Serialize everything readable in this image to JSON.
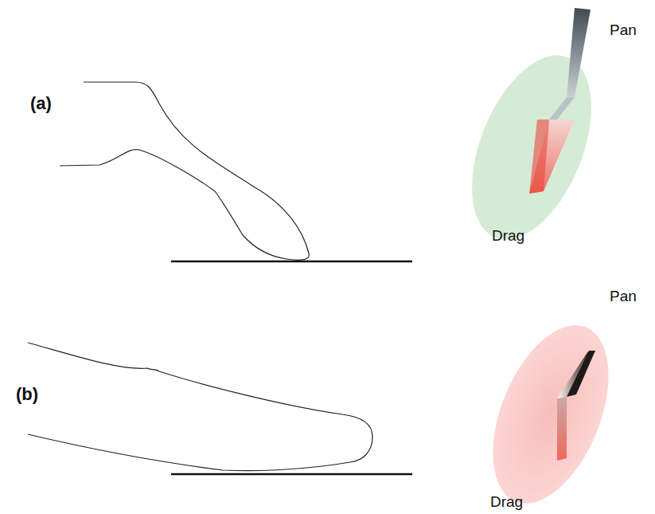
{
  "diagram": {
    "labels": [
      "(a)",
      "Pan",
      "Drag",
      "(b)",
      "Pan",
      "Drag"
    ]
  }
}
